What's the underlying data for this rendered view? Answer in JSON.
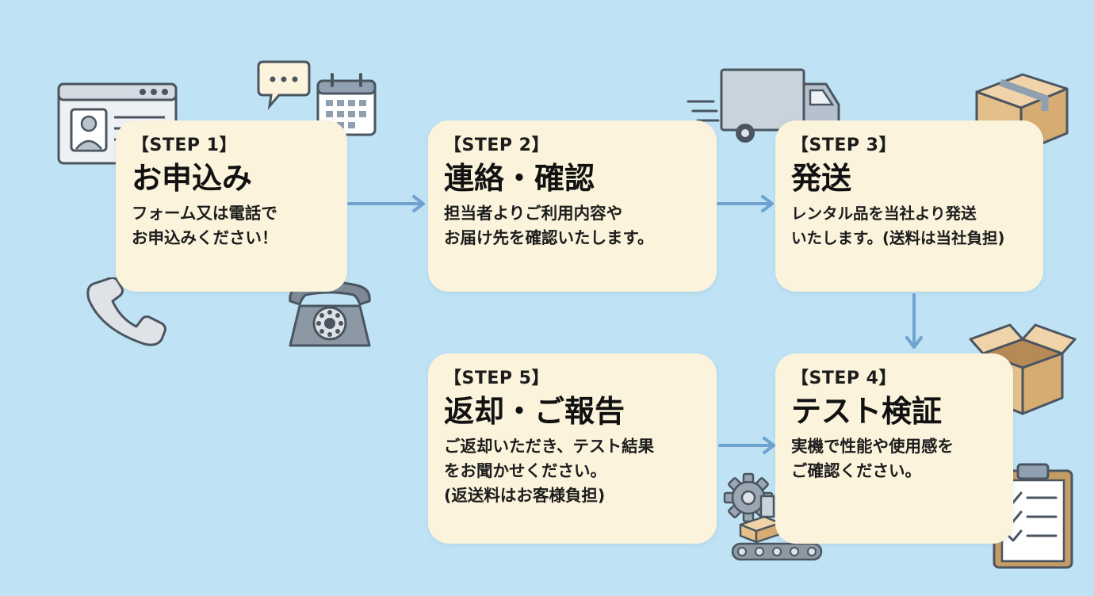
{
  "steps": [
    {
      "label": "【STEP 1】",
      "title": "お申込み",
      "desc": "フォーム又は電話で\nお申込みください！"
    },
    {
      "label": "【STEP 2】",
      "title": "連絡・確認",
      "desc": "担当者よりご利用内容や\nお届け先を確認いたします。"
    },
    {
      "label": "【STEP 3】",
      "title": "発送",
      "desc": "レンタル品を当社より発送\nいたします。(送料は当社負担)"
    },
    {
      "label": "【STEP 4】",
      "title": "テスト検証",
      "desc": "実機で性能や使用感を\nご確認ください。"
    },
    {
      "label": "【STEP 5】",
      "title": "返却・ご報告",
      "desc": "ご返却いただき、テスト結果\nをお聞かせください。\n(返送料はお客様負担)"
    }
  ],
  "colors": {
    "background": "#bfe3f5",
    "card": "#fbf3dc",
    "arrow": "#6fa3cf",
    "icon_stroke": "#4a5560"
  },
  "icons": [
    "browser-form-icon",
    "speech-bubble-icon",
    "calendar-icon",
    "handset-icon",
    "rotary-phone-icon",
    "delivery-truck-icon",
    "cardboard-box-icon",
    "open-box-icon",
    "clipboard-checklist-icon",
    "gear-icon",
    "conveyor-belt-icon"
  ]
}
